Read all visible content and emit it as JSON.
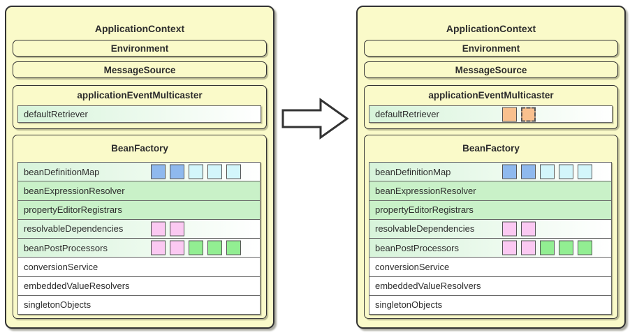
{
  "colors": {
    "panel-bg": "#fafac9",
    "panel-border": "#333333",
    "row-border": "#666666",
    "row-green": "#c9f1c8",
    "grad-start": "#d7f4da",
    "grad-end": "#ffffff",
    "square-border": "#555555",
    "square-blue": "#8fb9ee",
    "square-cyan": "#d3f6fb",
    "square-pink": "#fbc9f2",
    "square-green": "#92ee92",
    "square-orange": "#f9c08e",
    "text": "#2d2d2d",
    "shadow": "rgba(70, 70, 50, 0.45)",
    "shadow-light": "rgba(70, 70, 50, 0.35)"
  },
  "arrow": {
    "type": "right-arrow"
  },
  "panels": [
    {
      "title": "ApplicationContext",
      "environment_label": "Environment",
      "message_source_label": "MessageSource",
      "event_multicaster": {
        "title": "applicationEventMulticaster",
        "default_retriever": {
          "label": "defaultRetriever",
          "squares": []
        }
      },
      "bean_factory": {
        "title": "BeanFactory",
        "rows": [
          {
            "label": "beanDefinitionMap",
            "squares": [
              "blue",
              "blue",
              "cyan",
              "cyan",
              "cyan"
            ]
          },
          {
            "label": "beanExpressionResolver",
            "squares": []
          },
          {
            "label": "propertyEditorRegistrars",
            "squares": []
          },
          {
            "label": "resolvableDependencies",
            "squares": [
              "pink",
              "pink"
            ]
          },
          {
            "label": "beanPostProcessors",
            "squares": [
              "pink",
              "pink",
              "green",
              "green",
              "green"
            ]
          },
          {
            "label": "conversionService",
            "squares": []
          },
          {
            "label": "embeddedValueResolvers",
            "squares": []
          },
          {
            "label": "singletonObjects",
            "squares": []
          }
        ]
      }
    },
    {
      "title": "ApplicationContext",
      "environment_label": "Environment",
      "message_source_label": "MessageSource",
      "event_multicaster": {
        "title": "applicationEventMulticaster",
        "default_retriever": {
          "label": "defaultRetriever",
          "squares": [
            "orange",
            "orange-dashed"
          ]
        }
      },
      "bean_factory": {
        "title": "BeanFactory",
        "rows": [
          {
            "label": "beanDefinitionMap",
            "squares": [
              "blue",
              "blue",
              "cyan",
              "cyan",
              "cyan"
            ]
          },
          {
            "label": "beanExpressionResolver",
            "squares": []
          },
          {
            "label": "propertyEditorRegistrars",
            "squares": []
          },
          {
            "label": "resolvableDependencies",
            "squares": [
              "pink",
              "pink"
            ]
          },
          {
            "label": "beanPostProcessors",
            "squares": [
              "pink",
              "pink",
              "green",
              "green",
              "green"
            ]
          },
          {
            "label": "conversionService",
            "squares": []
          },
          {
            "label": "embeddedValueResolvers",
            "squares": []
          },
          {
            "label": "singletonObjects",
            "squares": []
          }
        ]
      }
    }
  ]
}
